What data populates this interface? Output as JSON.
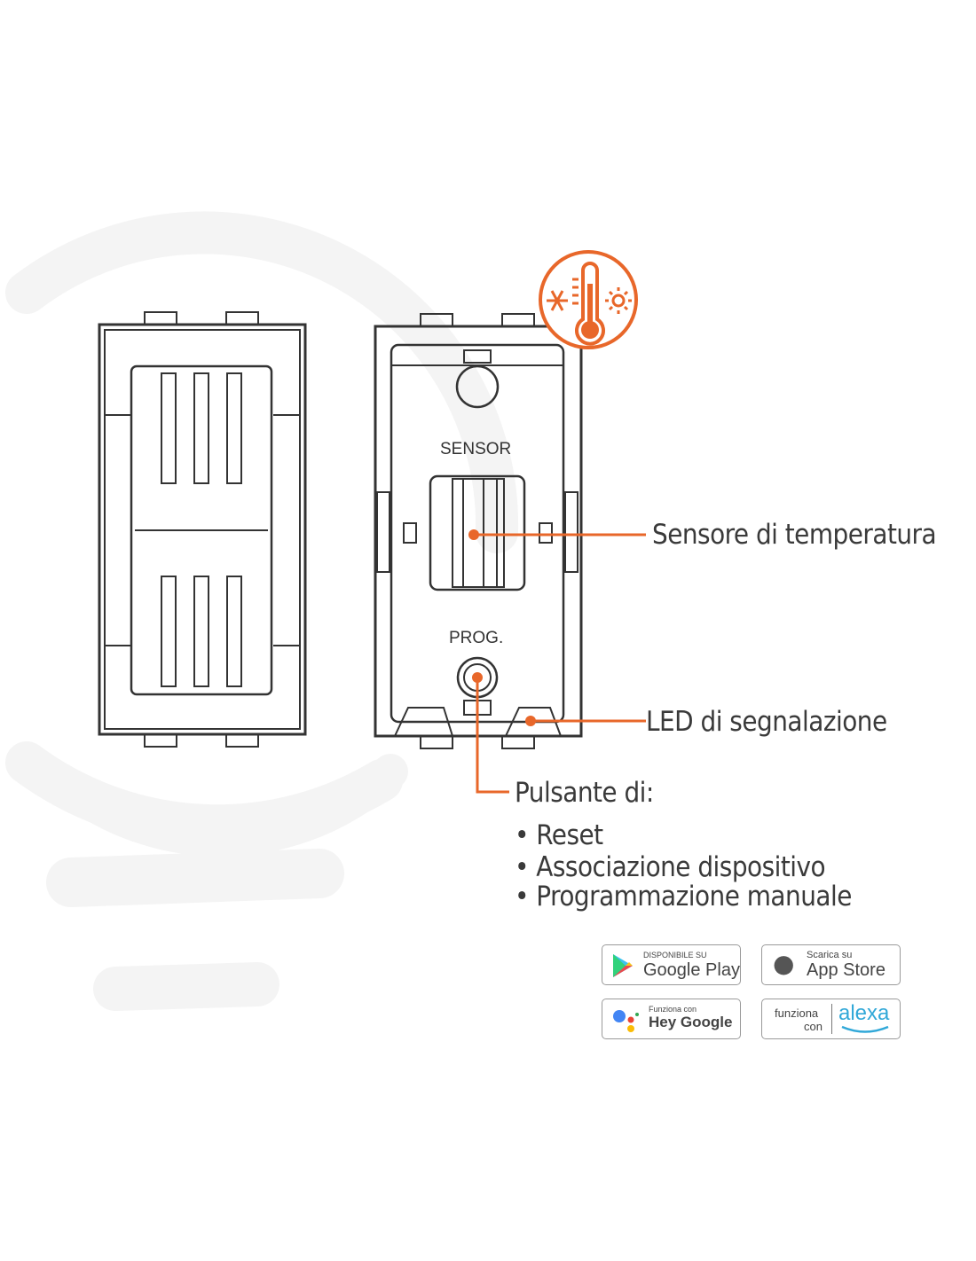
{
  "device": {
    "sensor_label": "SENSOR",
    "prog_label": "PROG."
  },
  "callouts": {
    "sensor": "Sensore di temperatura",
    "led": "LED di segnalazione",
    "button_title": "Pulsante di:",
    "button_items": [
      "• Reset",
      "• Associazione dispositivo",
      "• Programmazione manuale"
    ]
  },
  "badges": {
    "google_play": {
      "small": "DISPONIBILE SU",
      "big": "Google Play"
    },
    "app_store": {
      "small": "Scarica su",
      "big": "App Store"
    },
    "hey_google": {
      "small": "Funziona con",
      "big": "Hey Google"
    },
    "alexa": {
      "small1": "funziona",
      "small2": "con",
      "big": "alexa"
    }
  },
  "colors": {
    "accent": "#e8672a",
    "line": "#333333",
    "watermark": "#f3f3f3"
  }
}
